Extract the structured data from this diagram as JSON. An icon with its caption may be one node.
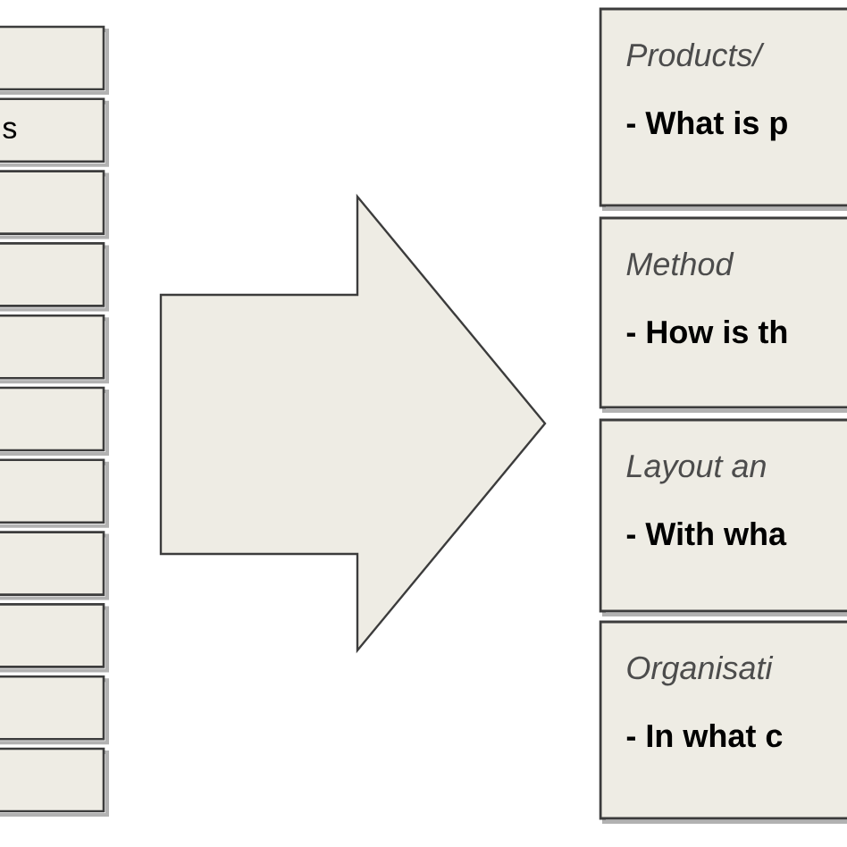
{
  "diagram": {
    "nodes": [
      {
        "text": [],
        "shape": "box"
      },
      {
        "text": [
          "s"
        ]
      },
      {
        "text": [],
        "shape": "box"
      },
      {
        "text": [],
        "shape": "box"
      },
      {
        "text": [],
        "shape": "box"
      },
      {
        "text": [],
        "shape": "box"
      },
      {
        "text": [],
        "shape": "box"
      },
      {
        "text": [],
        "shape": "box"
      },
      {
        "text": [],
        "shape": "box"
      },
      {
        "text": [],
        "shape": "box"
      },
      {
        "text": [],
        "shape": "box"
      },
      {
        "text": [
          "Products/",
          "- What is p"
        ]
      },
      {
        "text": [
          "Method",
          "- How is th"
        ]
      },
      {
        "text": [
          "Layout an",
          "- With wha"
        ]
      },
      {
        "text": [
          "Organisati",
          "- In what c"
        ]
      }
    ]
  }
}
